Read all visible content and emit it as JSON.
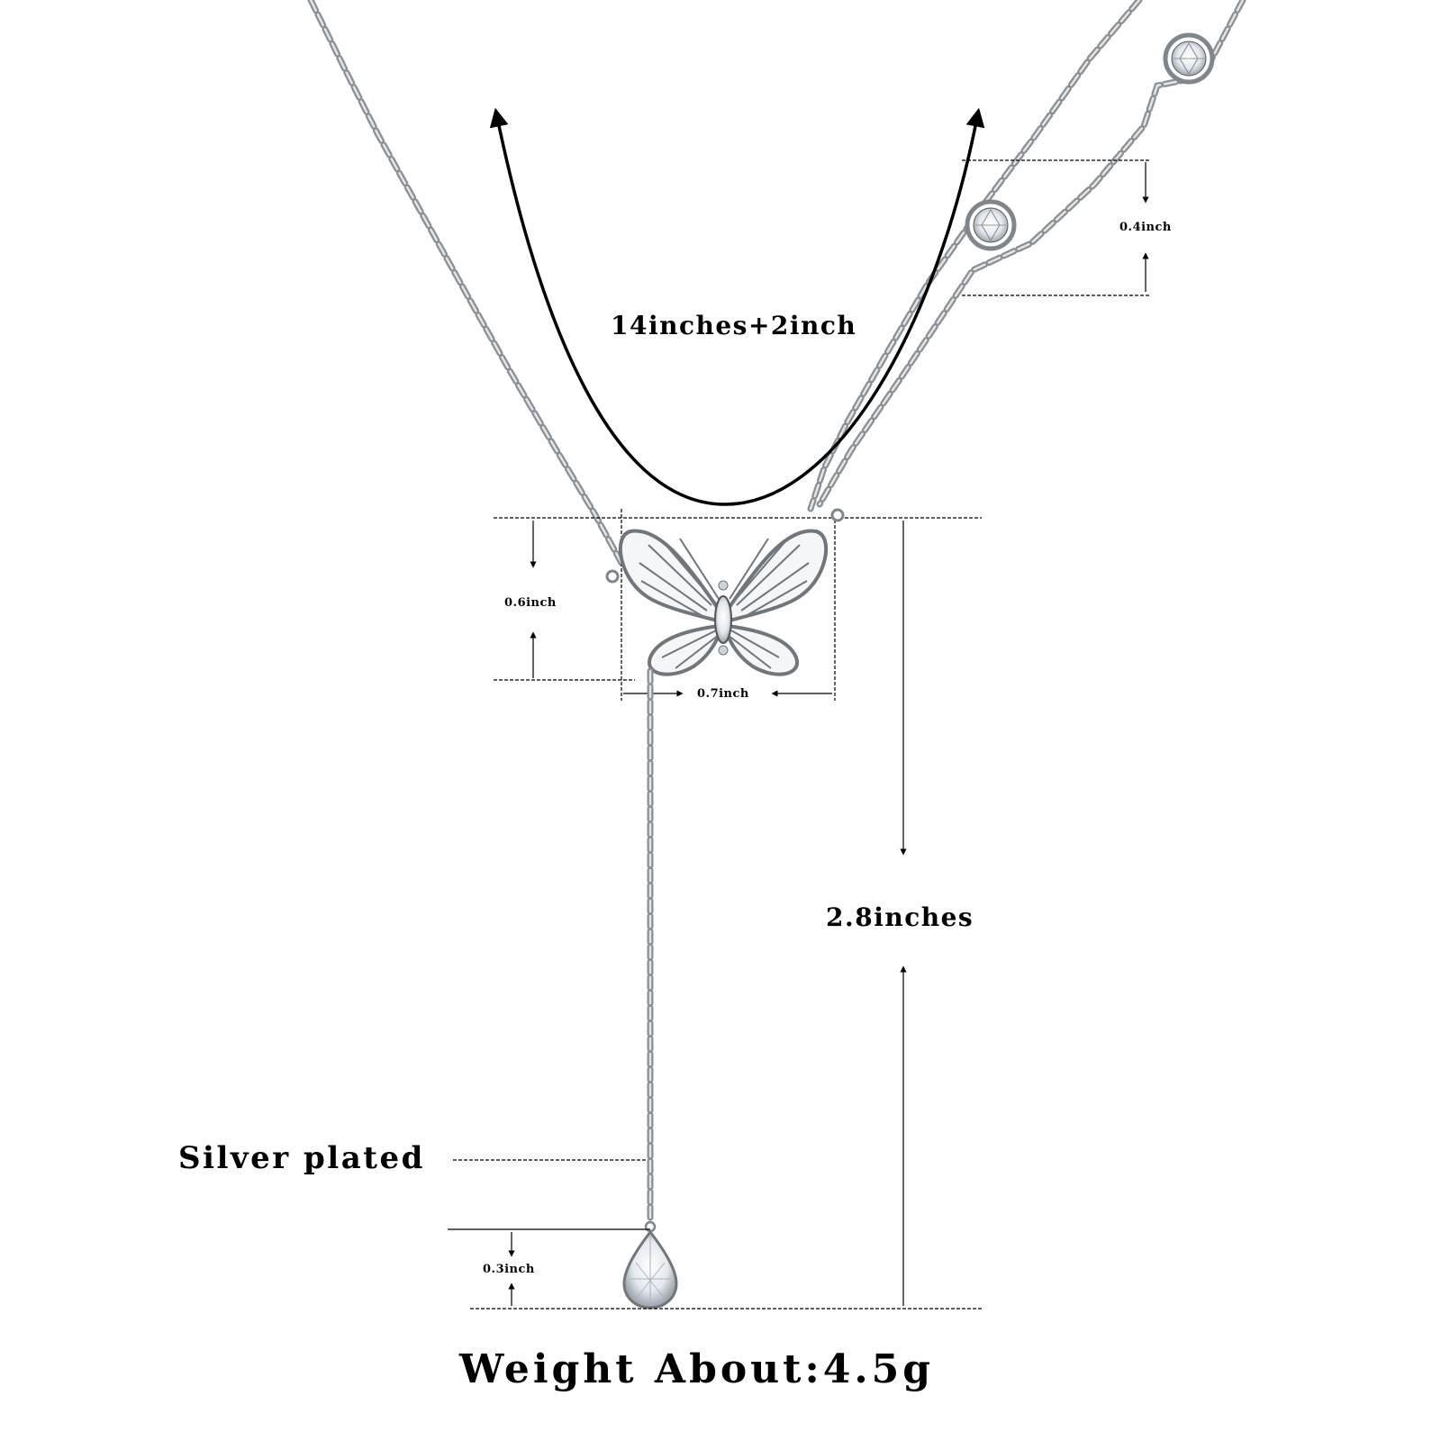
{
  "title": "",
  "labels": {
    "necklace_length": "14inches+2inch",
    "bezel_spacing": "0.4inch",
    "pendant_height": "0.6inch",
    "pendant_width": "0.7inch",
    "drop_length": "2.8inches",
    "material": "Silver plated",
    "teardrop_height": "0.3inch",
    "weight": "Weight About:4.5g"
  },
  "colors": {
    "chain": "#8a8f94",
    "chain_highlight": "#d9dcdf",
    "ink": "#000000",
    "stone": "#eef2f5"
  }
}
